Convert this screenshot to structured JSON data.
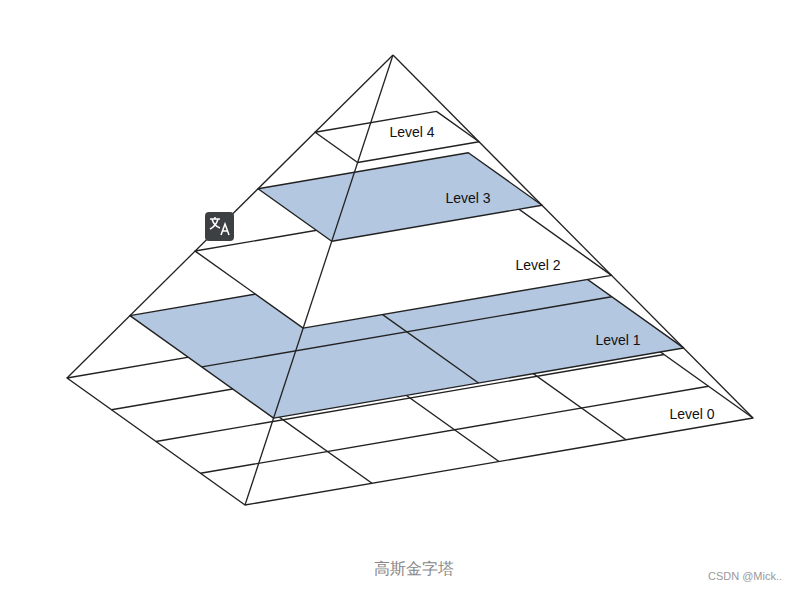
{
  "diagram": {
    "caption": "高斯金字塔",
    "labels": [
      "Level 4",
      "Level 3",
      "Level 2",
      "Level 1",
      "Level 0",
      "CSDN @Mick.."
    ]
  }
}
